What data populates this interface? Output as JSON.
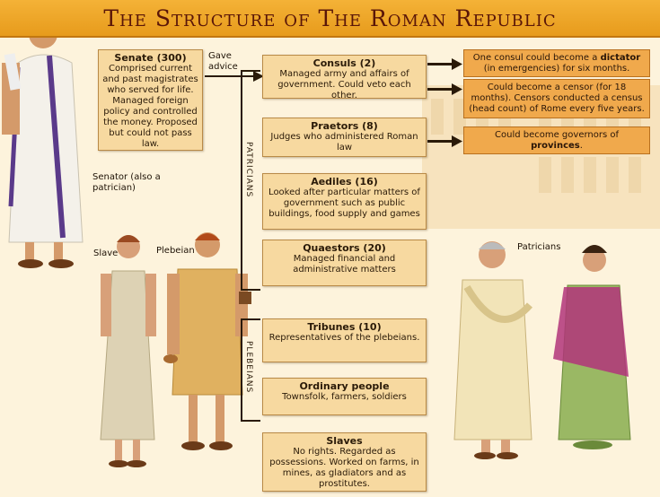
{
  "title": "The Structure of The Roman Republic",
  "senate": {
    "heading": "Senate (300)",
    "text": "Comprised current and past magistrates who served for life. Managed foreign policy and controlled the money. Proposed but could not pass law."
  },
  "gave_advice": "Gave advice",
  "labels": {
    "senator": "Senator (also a patrician)",
    "slave": "Slave",
    "plebeian": "Plebeian",
    "patricians": "Patricians"
  },
  "groups": {
    "patricians": "PATRICIANS",
    "plebeians": "PLEBEIANS"
  },
  "offices": [
    {
      "heading": "Consuls (2)",
      "text": "Managed army and affairs of government. Could veto each other."
    },
    {
      "heading": "Praetors (8)",
      "text": "Judges who administered Roman law"
    },
    {
      "heading": "Aediles (16)",
      "text": "Looked after particular matters of government such as public buildings, food supply and games"
    },
    {
      "heading": "Quaestors (20)",
      "text": "Managed financial and administrative matters"
    },
    {
      "heading": "Tribunes (10)",
      "text": "Representatives of the plebeians."
    },
    {
      "heading": "Ordinary people",
      "text": "Townsfolk, farmers, soldiers"
    },
    {
      "heading": "Slaves",
      "text": "No rights. Regarded as possessions. Worked on farms, in mines, as gladiators and as prostitutes."
    }
  ],
  "notes": {
    "dictator_pre": "One consul could become a ",
    "dictator_bold": "dictator",
    "dictator_post": " (in emergencies) for six months.",
    "censor": "Could become a censor (for 18 months). Censors conducted a census (head count) of Rome every five years.",
    "governor_pre": "Could become governors of ",
    "governor_bold": "provinces",
    "governor_post": "."
  }
}
